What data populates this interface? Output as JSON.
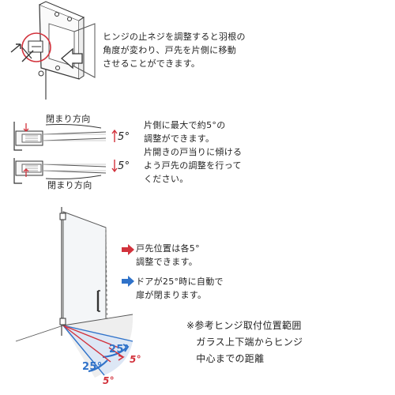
{
  "section1": {
    "text": "ヒンジの止ネジを調整すると羽根の\n角度が変わり、戸先を片側に移動\nさせることができます。"
  },
  "section2": {
    "label_top": "閉まり方向",
    "label_bottom": "閉まり方向",
    "angle_up": "5°",
    "angle_down": "5°",
    "text": "片側に最大で約5°の\n調整ができます。\n片開きの戸当りに傾ける\nよう戸先の調整を行って\nください。"
  },
  "section3": {
    "red_note": "戸先位置は各5°\n調整できます。",
    "blue_note": "ドアが25°時に自動で\n扉が閉まります。",
    "angle_25_upper": "25°",
    "angle_25_lower": "25°",
    "angle_5_upper": "5°",
    "angle_5_lower": "5°",
    "footnote": "※参考ヒンジ取付位置範囲\n　ガラス上下端からヒンジ\n　中心までの距離"
  },
  "colors": {
    "red": "#d2323c",
    "blue": "#2f72c9",
    "line": "#333333"
  }
}
